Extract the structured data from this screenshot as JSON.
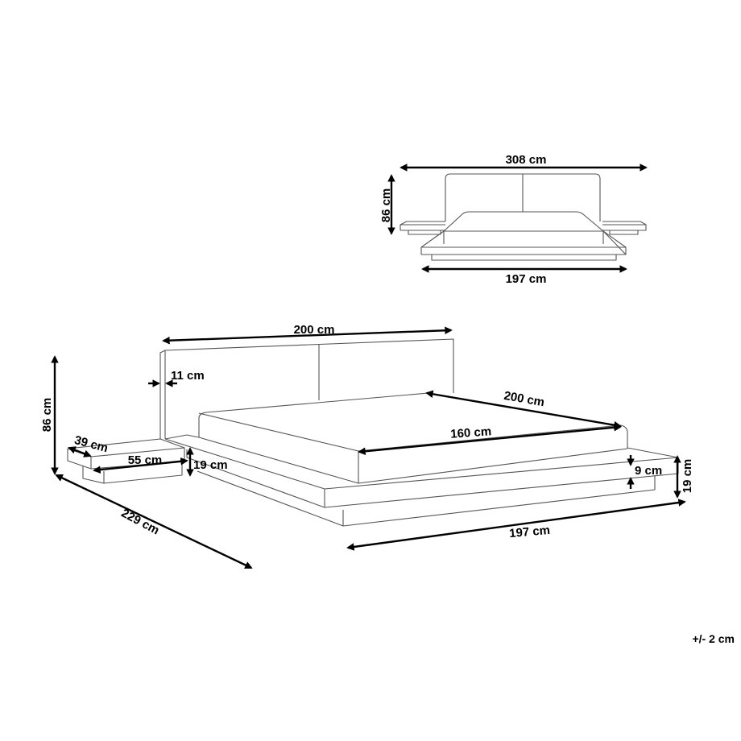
{
  "front_view": {
    "width_label": "308 cm",
    "height_label": "86 cm",
    "base_width_label": "197 cm"
  },
  "perspective_view": {
    "headboard_width_label": "200 cm",
    "headboard_thickness_label": "11 cm",
    "total_height_label": "86 cm",
    "mattress_length_label": "200 cm",
    "mattress_width_label": "160 cm",
    "nightstand_depth_label": "39 cm",
    "nightstand_width_label": "55 cm",
    "nightstand_height_label": "19 cm",
    "frame_top_label": "9 cm",
    "frame_height_label": "19 cm",
    "total_length_label": "229 cm",
    "base_width_label": "197 cm"
  },
  "tolerance_note": "+/- 2 cm",
  "colors": {
    "outline": "#555555",
    "dimension": "#000000"
  }
}
